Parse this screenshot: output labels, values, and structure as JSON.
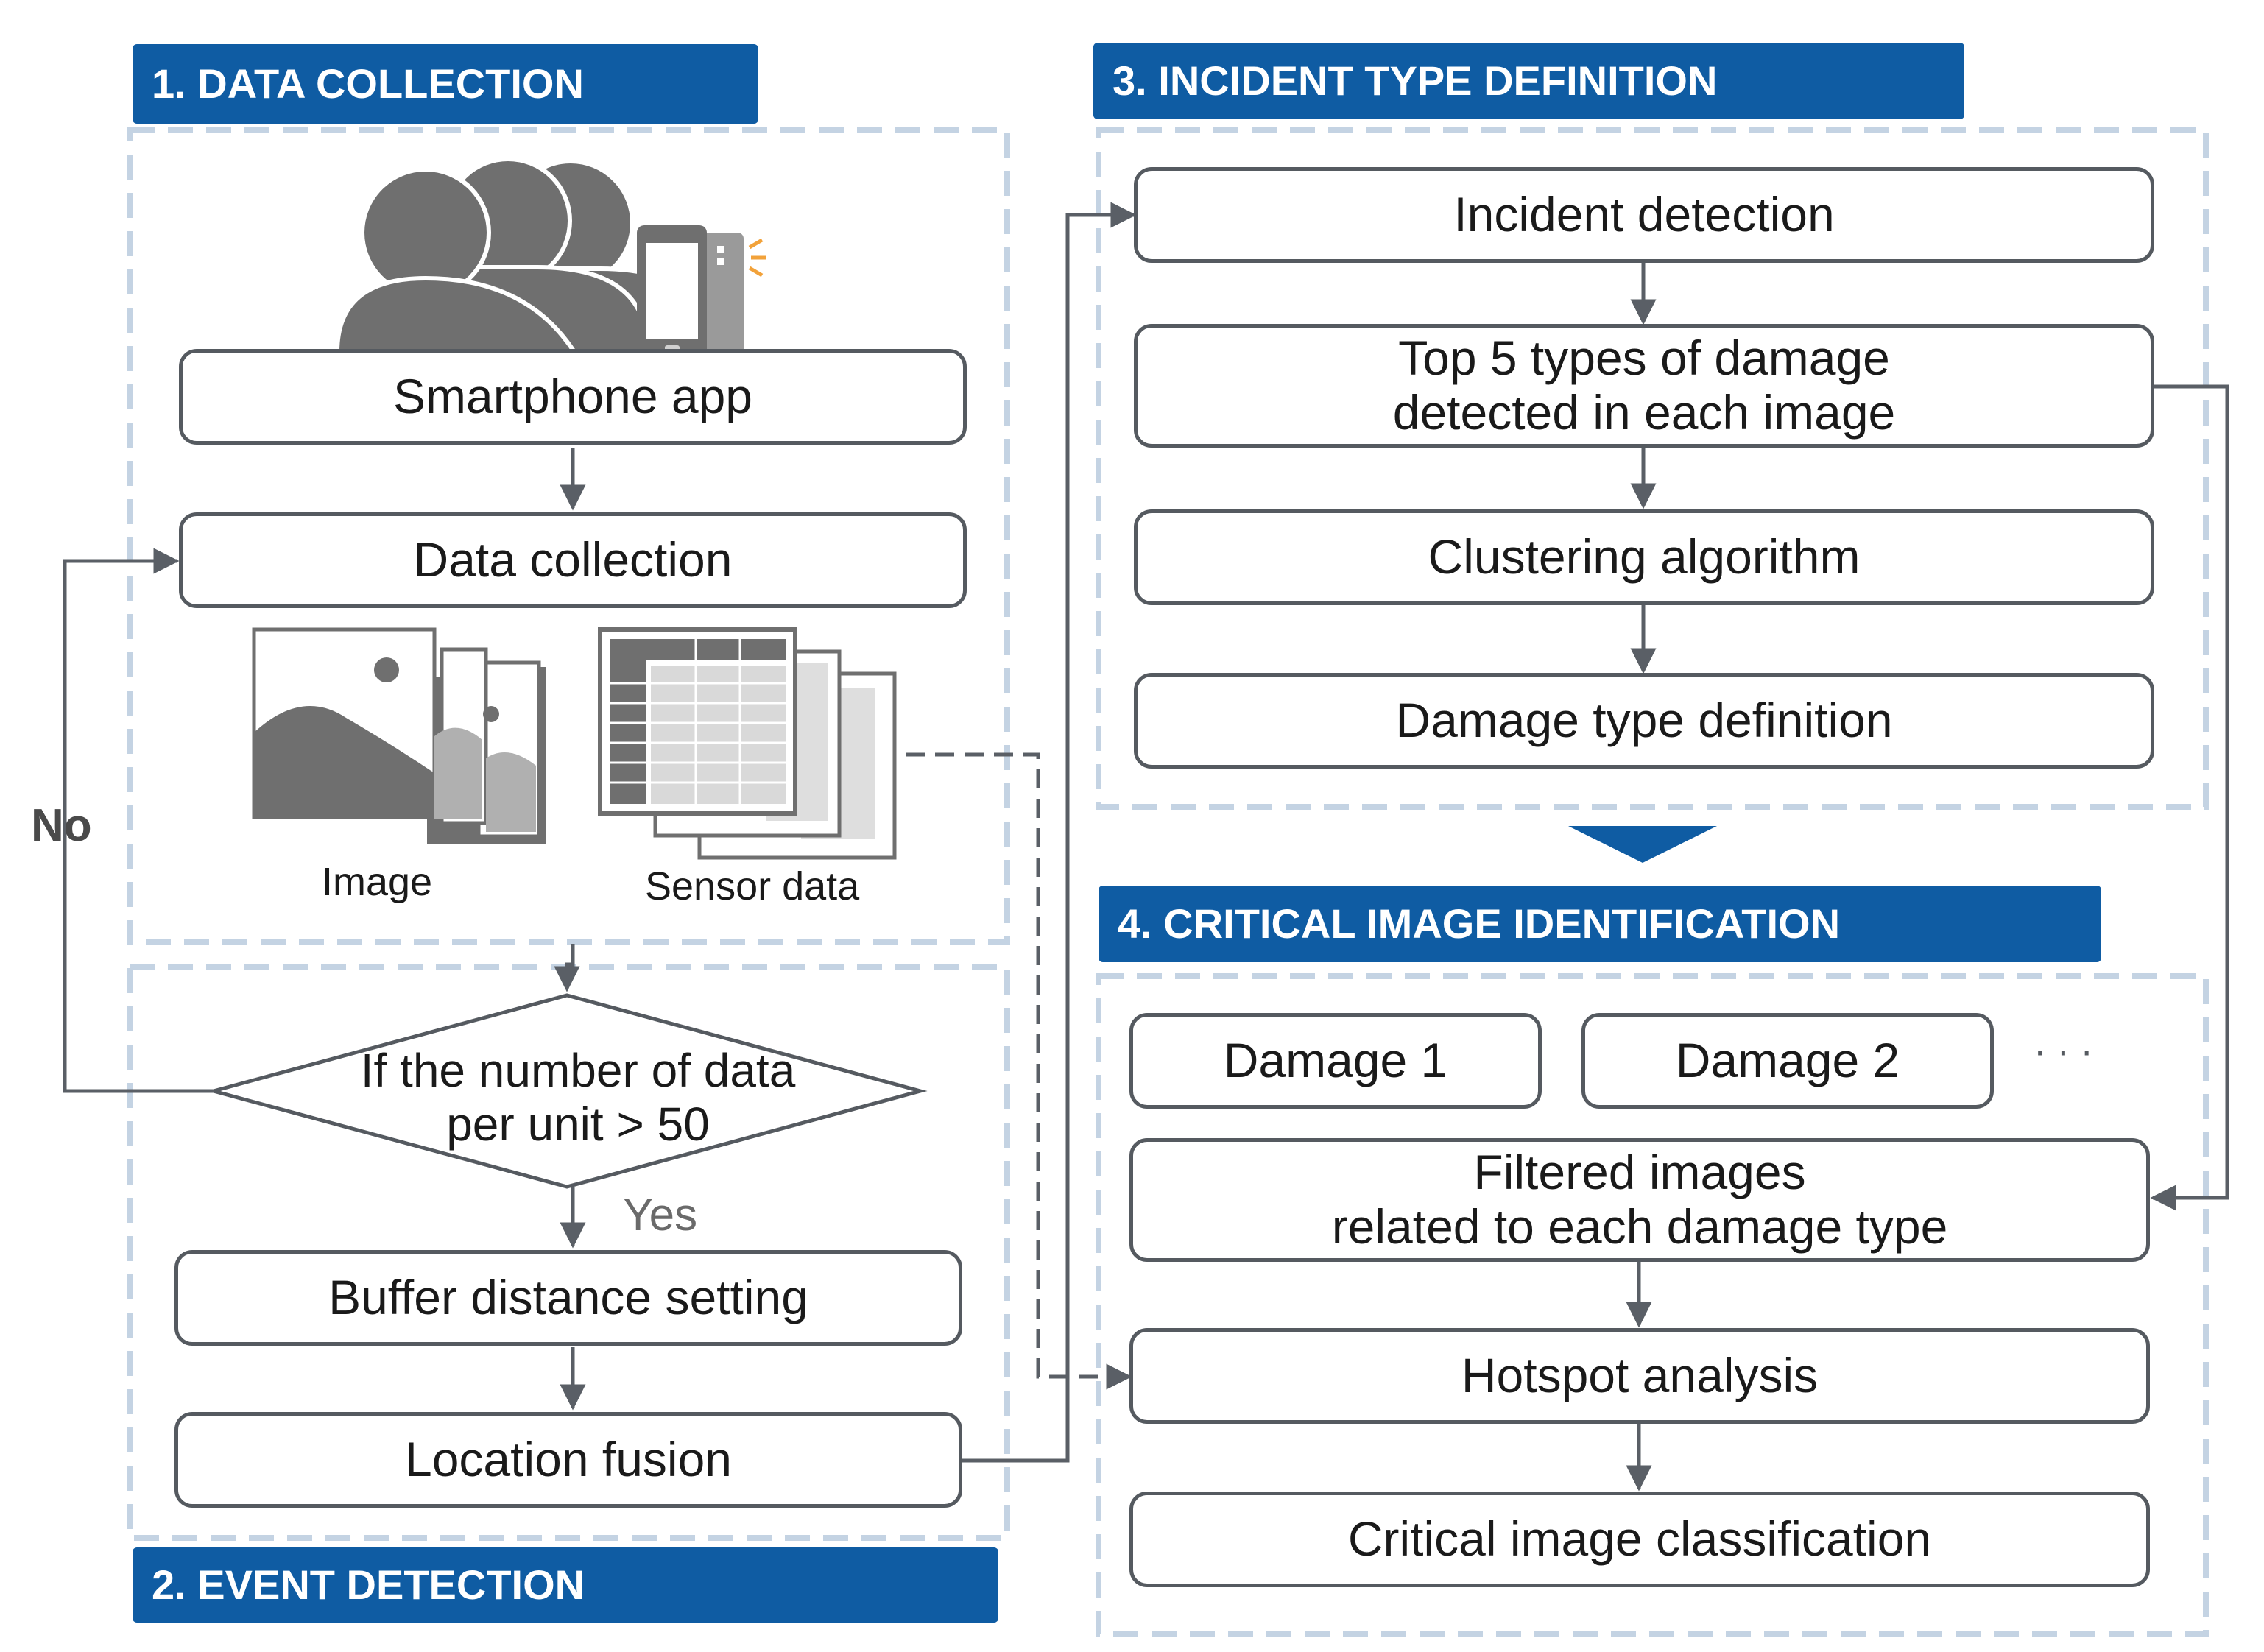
{
  "colors": {
    "banner": "#0f5ca3",
    "panel_border": "#c4d3e3",
    "box_border": "#555a60",
    "arrow": "#5a5f66",
    "icon_gray": "#6f6f6f"
  },
  "sections": {
    "data_collection": {
      "title": "1. DATA COLLECTION"
    },
    "event_detection": {
      "title": "2. EVENT DETECTION"
    },
    "incident_type_definition": {
      "title": "3. INCIDENT TYPE DEFINITION"
    },
    "critical_image_identification": {
      "title": "4. CRITICAL IMAGE IDENTIFICATION"
    }
  },
  "nodes": {
    "smartphone_app": "Smartphone app",
    "data_collection": "Data collection",
    "image_label": "Image",
    "sensor_label": "Sensor data",
    "decision": "If the number of data\nper unit > 50",
    "buffer_distance": "Buffer distance setting",
    "location_fusion": "Location fusion",
    "incident_detection": "Incident detection",
    "top5": "Top 5 types of damage\ndetected in each image",
    "clustering": "Clustering algorithm",
    "damage_type_definition": "Damage type definition",
    "damage1": "Damage 1",
    "damage2": "Damage 2",
    "ellipsis": "· · ·",
    "filtered": "Filtered images\nrelated to each damage type",
    "hotspot": "Hotspot analysis",
    "critical": "Critical image classification"
  },
  "labels": {
    "no": "No",
    "yes": "Yes"
  },
  "icons": {
    "users": "users-group-icon",
    "phone": "smartphone-icon",
    "images": "image-stack-icon",
    "sensor": "spreadsheet-stack-icon"
  }
}
